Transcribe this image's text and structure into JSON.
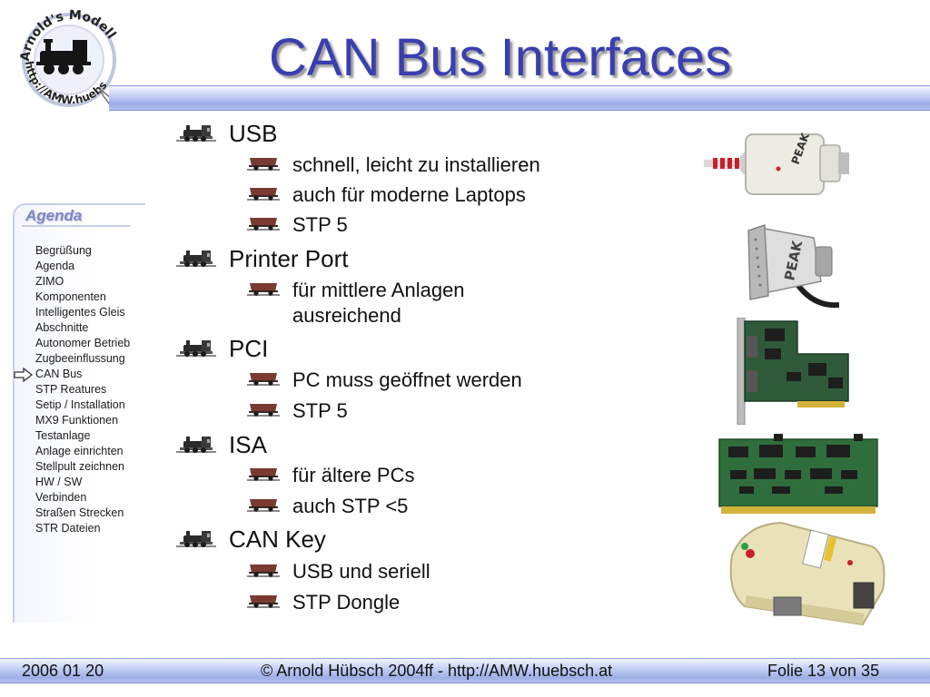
{
  "title": "CAN Bus Interfaces",
  "logo": {
    "arc_text": "Arnold's Modell WEB",
    "url_text": "http://AMW.huebsch.at"
  },
  "agenda": {
    "heading": "Agenda",
    "current_item": "CAN Bus",
    "items": [
      "Begrüßung",
      "Agenda",
      "ZIMO",
      "Komponenten",
      "Intelligentes Gleis",
      "Abschnitte",
      "Autonomer Betrieb",
      "Zugbeeinflussung",
      "CAN Bus",
      "STP Reatures",
      "Setip / Installation",
      "MX9 Funktionen",
      "Testanlage",
      "Anlage einrichten",
      "Stellpult zeichnen",
      "HW / SW",
      "Verbinden",
      "Straßen Strecken",
      "STR Dateien"
    ]
  },
  "sections": [
    {
      "title": "USB",
      "points": [
        "schnell, leicht zu installieren",
        "auch für moderne Laptops",
        "STP 5"
      ]
    },
    {
      "title": "Printer Port",
      "points": [
        "für mittlere Anlagen ausreichend"
      ]
    },
    {
      "title": "PCI",
      "points": [
        "PC muss geöffnet werden",
        "STP 5"
      ]
    },
    {
      "title": "ISA",
      "points": [
        "für ältere PCs",
        "auch STP <5"
      ]
    },
    {
      "title": "CAN Key",
      "points": [
        "USB und seriell",
        "STP Dongle"
      ]
    }
  ],
  "products": {
    "usb_label": "PEAK",
    "lpt_label": "PEAK"
  },
  "footer": {
    "date": "2006 01 20",
    "copyright": "© Arnold Hübsch 2004ff   -   http://AMW.huebsch.at",
    "slide": "Folie 13 von  35"
  },
  "colors": {
    "title": "#3a3fb0",
    "bar": "#9aabe6",
    "agenda_heading": "#7d86c8"
  },
  "icons": {
    "level1": "steam-locomotive-icon",
    "level2": "freight-wagon-icon",
    "agenda_current": "hollow-arrow-right-icon"
  }
}
